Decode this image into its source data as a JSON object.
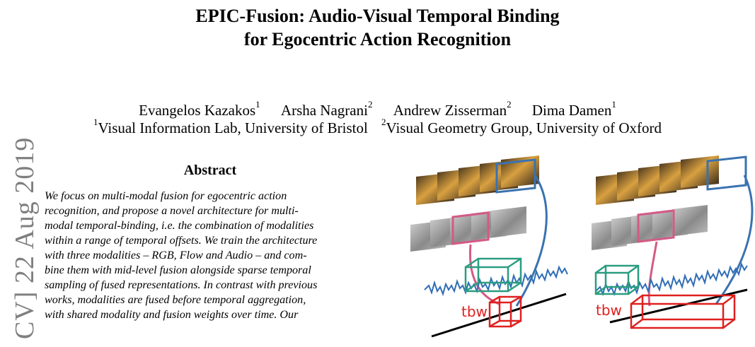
{
  "paper": {
    "title_line1": "EPIC-Fusion: Audio-Visual Temporal Binding",
    "title_line2": "for Egocentric Action Recognition",
    "authors": [
      {
        "name": "Evangelos Kazakos",
        "sup": "1"
      },
      {
        "name": "Arsha Nagrani",
        "sup": "2"
      },
      {
        "name": "Andrew Zisserman",
        "sup": "2"
      },
      {
        "name": "Dima Damen",
        "sup": "1"
      }
    ],
    "affiliations": [
      {
        "sup": "1",
        "name": "Visual Information Lab, University of Bristol"
      },
      {
        "sup": "2",
        "name": "Visual Geometry Group, University of Oxford"
      }
    ],
    "arxiv_stamp": "CV]  22 Aug 2019",
    "abstract_heading": "Abstract",
    "abstract_lines": [
      "We focus on multi-modal fusion for egocentric action",
      "recognition, and propose a novel architecture for multi-",
      "modal temporal-binding, i.e. the combination of modalities",
      "within a range of temporal offsets. We train the architecture",
      "with three modalities – RGB, Flow and Audio – and com-",
      "bine them with mid-level fusion alongside sparse temporal",
      "sampling of fused representations. In contrast with previous",
      "works, modalities are fused before temporal aggregation,",
      "with shared modality and fusion weights over time. Our"
    ]
  },
  "figure": {
    "left_label": "tbw",
    "right_label": "tbw",
    "colors": {
      "rgb_highlight": "#3a72b0",
      "flow_highlight": "#d35a86",
      "audio_box": "#2a9d80",
      "window_box": "#e02020",
      "waveform": "#2f6db5",
      "timeline": "#000000"
    }
  }
}
